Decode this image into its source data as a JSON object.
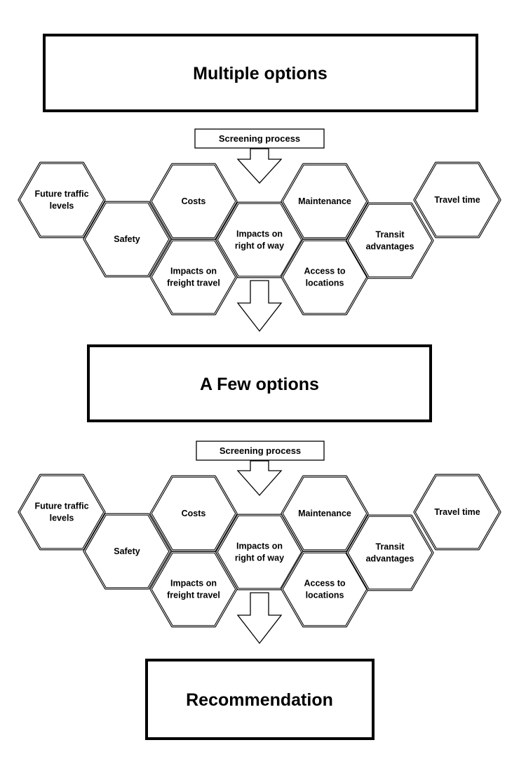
{
  "stages": {
    "first": "Multiple options",
    "second": "A Few options",
    "final": "Recommendation"
  },
  "screening": {
    "label": "Screening process"
  },
  "criteria": [
    {
      "id": "future-traffic-levels",
      "lines": [
        "Future traffic",
        "levels"
      ]
    },
    {
      "id": "safety",
      "lines": [
        "Safety"
      ]
    },
    {
      "id": "costs",
      "lines": [
        "Costs"
      ]
    },
    {
      "id": "impacts-on-freight-travel",
      "lines": [
        "Impacts on",
        "freight travel"
      ]
    },
    {
      "id": "impacts-on-right-of-way",
      "lines": [
        "Impacts on",
        "right of way"
      ]
    },
    {
      "id": "maintenance",
      "lines": [
        "Maintenance"
      ]
    },
    {
      "id": "access-to-locations",
      "lines": [
        "Access to",
        "locations"
      ]
    },
    {
      "id": "transit-advantages",
      "lines": [
        "Transit",
        "advantages"
      ]
    },
    {
      "id": "travel-time",
      "lines": [
        "Travel time"
      ]
    }
  ],
  "colors": {
    "stroke": "#000000",
    "fill": "#ffffff"
  }
}
